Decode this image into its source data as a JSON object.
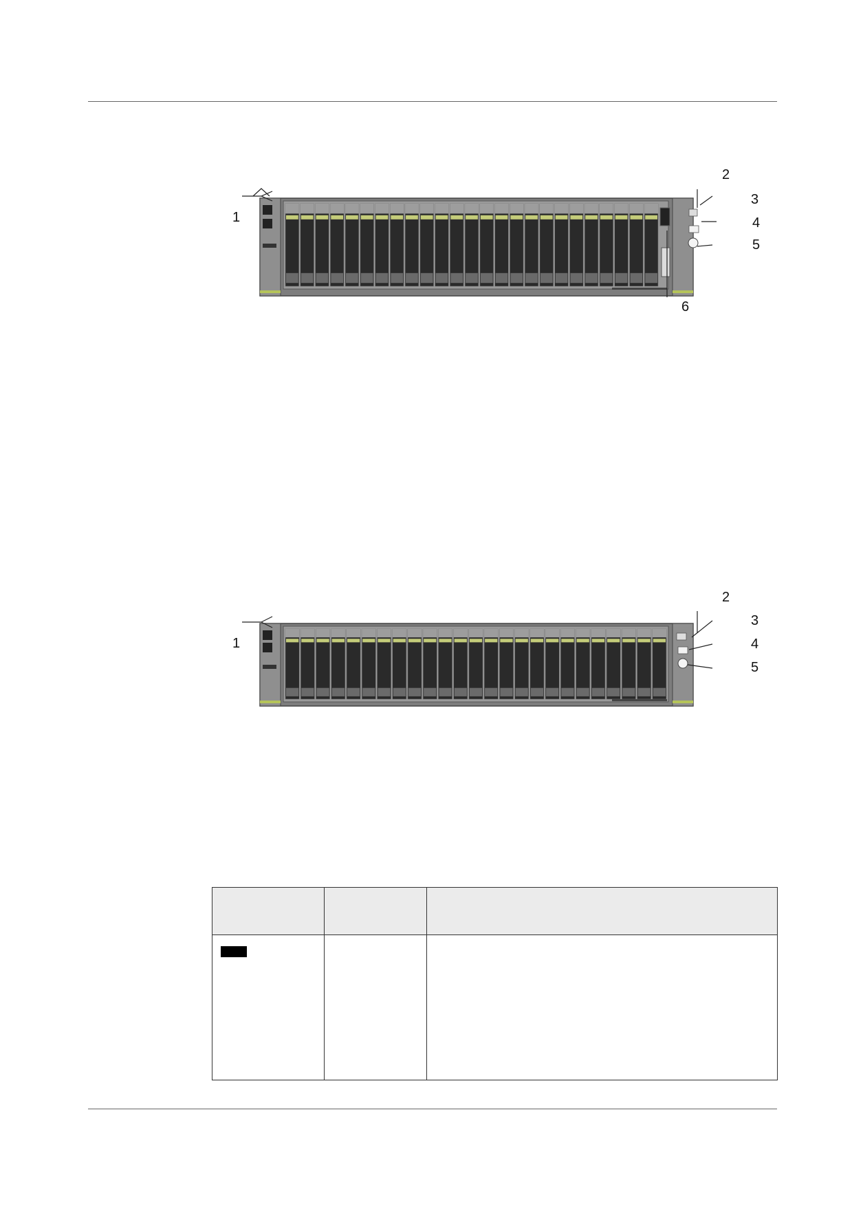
{
  "figures": [
    {
      "id": "front-panel-a",
      "callouts": [
        "1",
        "2",
        "3",
        "4",
        "5",
        "6"
      ],
      "drive_slots": 25,
      "has_vga_port": true
    },
    {
      "id": "front-panel-b",
      "callouts": [
        "1",
        "2",
        "3",
        "4",
        "5"
      ],
      "drive_slots": 25,
      "has_vga_port": false
    }
  ],
  "colors": {
    "chassis": "#8a8a8a",
    "chassis_dark": "#2a2a2a",
    "drive_latch": "#c4cc7a",
    "ear_accent": "#b5c45a",
    "header_fill": "#ebebeb"
  },
  "legend_table": {
    "headers": [
      "",
      "",
      ""
    ],
    "rows": [
      [
        "",
        "",
        ""
      ]
    ],
    "redacted_cell": true
  }
}
